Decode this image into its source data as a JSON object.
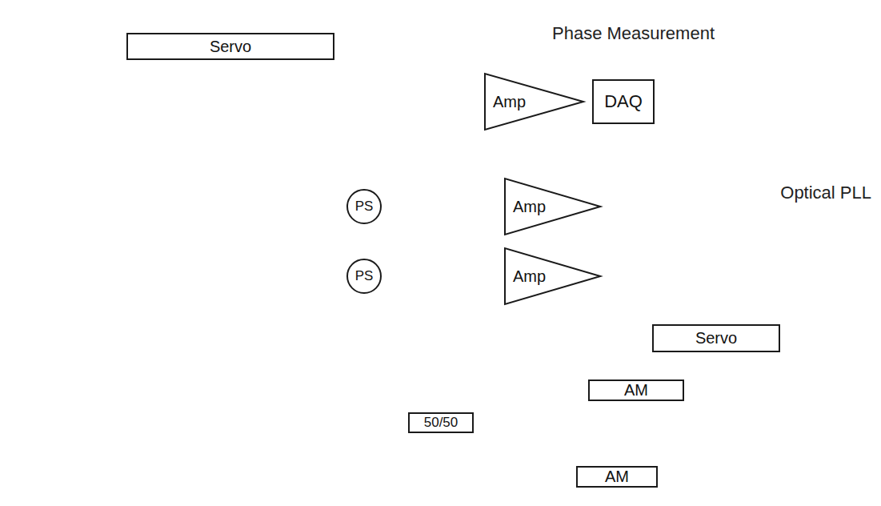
{
  "diagram": {
    "nodes": [
      {
        "text": [
          "Phase Measurement"
        ]
      },
      {
        "text": [
          "Servo"
        ],
        "in": 0
      },
      {
        "text": [
          "Amp"
        ],
        "in": 0
      },
      {
        "text": [
          "DAQ"
        ],
        "in": 0
      },
      {
        "text": [
          "Optical PLL"
        ]
      },
      {
        "text": [
          "PS"
        ],
        "in": 4
      },
      {
        "text": [
          "PS"
        ],
        "in": 4
      },
      {
        "text": [
          "Amp"
        ],
        "in": 4
      },
      {
        "text": [
          "Amp"
        ],
        "in": 4
      },
      {
        "text": [
          "Servo"
        ],
        "in": 4
      },
      {
        "text": [
          "50/50"
        ]
      },
      {
        "text": [
          "AM"
        ]
      },
      {
        "text": [
          "AM"
        ]
      }
    ],
    "edges": [
      {
        "from": 1,
        "to": 2,
        "arrow": "none"
      },
      {
        "from": 2,
        "to": 3,
        "arrow": "none"
      },
      {
        "from": 7,
        "to": 11,
        "arrow": "none"
      },
      {
        "from": 8,
        "to": 12,
        "arrow": "none"
      },
      {
        "from": 10,
        "to": 11,
        "arrow": "none"
      },
      {
        "from": 10,
        "to": 12,
        "arrow": "none"
      }
    ]
  }
}
